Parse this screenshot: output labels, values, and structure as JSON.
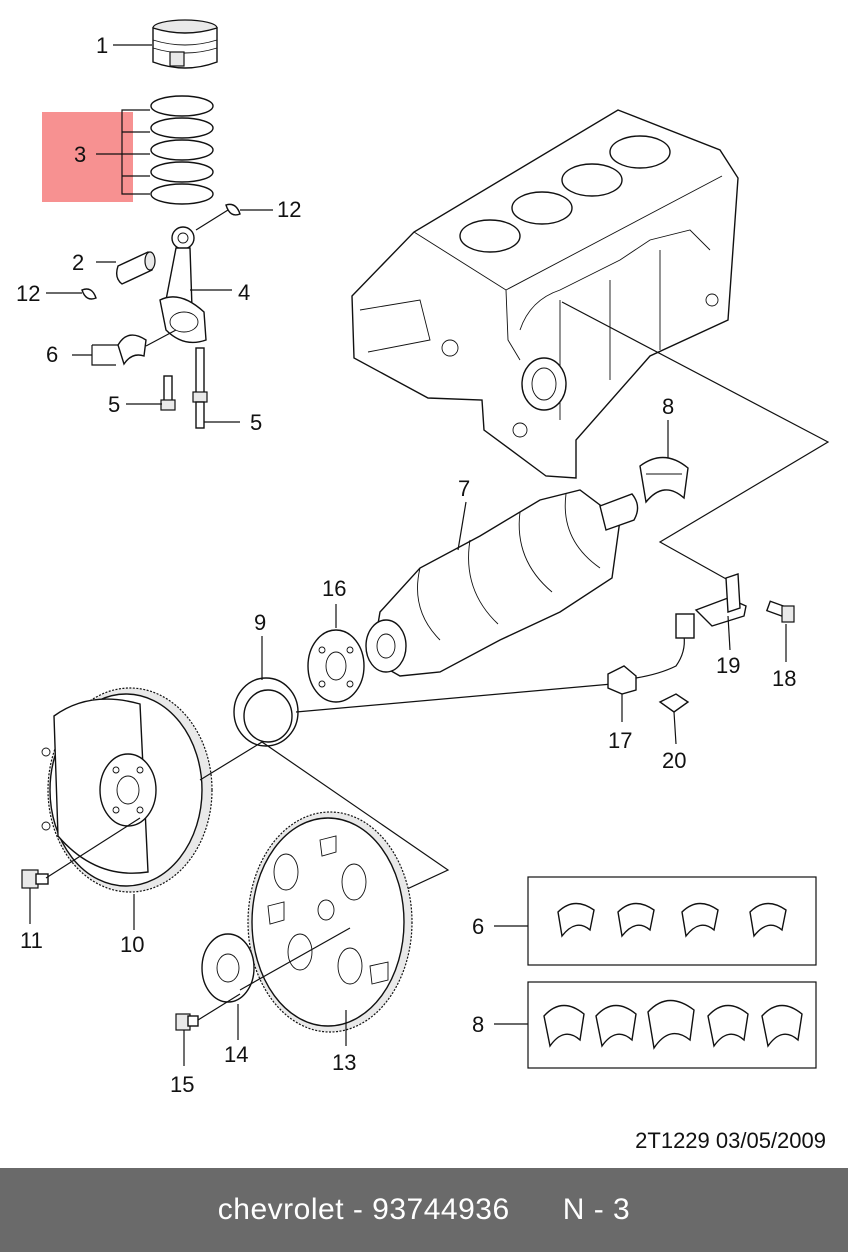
{
  "callouts": {
    "c1": "1",
    "c2": "2",
    "c3": "3",
    "c4": "4",
    "c5a": "5",
    "c5b": "5",
    "c6a": "6",
    "c6b": "6",
    "c7": "7",
    "c8a": "8",
    "c8b": "8",
    "c9": "9",
    "c10": "10",
    "c11": "11",
    "c12a": "12",
    "c12b": "12",
    "c13": "13",
    "c14": "14",
    "c15": "15",
    "c16": "16",
    "c17": "17",
    "c18": "18",
    "c19": "19",
    "c20": "20"
  },
  "highlight_color": "#f79191",
  "reference": "2T1229  03/05/2009",
  "footer": {
    "brand_part": "chevrolet - 93744936",
    "page": "N - 3"
  },
  "footer_color": "#6a6a6a"
}
